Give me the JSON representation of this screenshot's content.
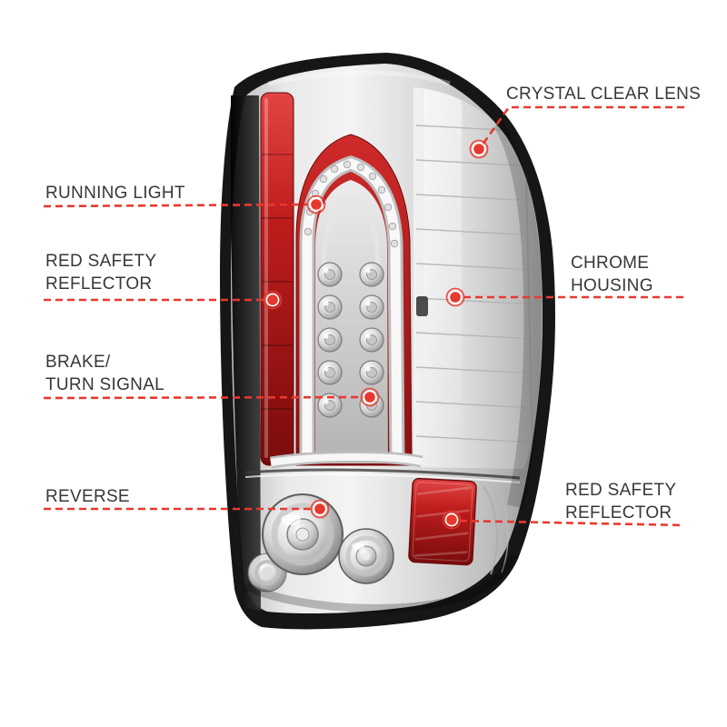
{
  "figure": {
    "type": "annotated-product-callout-diagram",
    "subject": "tail-light",
    "accent_color": "#e8392e",
    "label_color": "#373737"
  },
  "callouts": [
    {
      "id": "crystal-clear-lens",
      "text": "CRYSTAL CLEAR LENS",
      "side": "right"
    },
    {
      "id": "running-light",
      "text": "RUNNING LIGHT",
      "side": "left"
    },
    {
      "id": "red-safety-reflector-left",
      "text": "RED SAFETY\nREFLECTOR",
      "side": "left"
    },
    {
      "id": "brake-turn-signal",
      "text": "BRAKE/\nTURN SIGNAL",
      "side": "left"
    },
    {
      "id": "reverse",
      "text": "REVERSE",
      "side": "left"
    },
    {
      "id": "chrome-housing",
      "text": "CHROME\nHOUSING",
      "side": "right"
    },
    {
      "id": "red-safety-reflector-right",
      "text": "RED SAFETY\nREFLECTOR",
      "side": "right"
    }
  ]
}
